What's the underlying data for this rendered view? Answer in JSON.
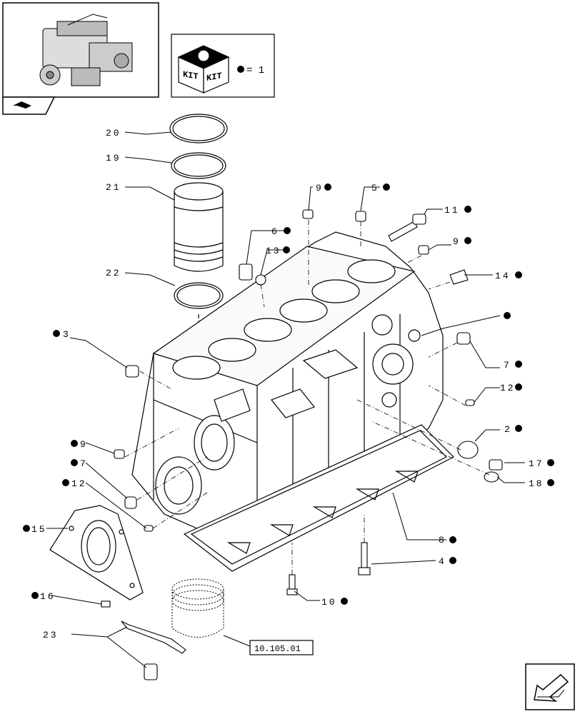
{
  "kit_box": {
    "kit_label_a": "KIT",
    "kit_label_b": "KIT",
    "legend": "= 1"
  },
  "parts": {
    "p20": "20",
    "p19": "19",
    "p21": "21",
    "p22": "22",
    "p3": "3",
    "p9a": "9",
    "p5": "5",
    "p11": "11",
    "p6": "6",
    "p13": "13",
    "p9b": "9",
    "p14": "14",
    "p7a": "7",
    "p12a": "12",
    "p2": "2",
    "p17": "17",
    "p18": "18",
    "p8": "8",
    "p4": "4",
    "p10": "10",
    "p9c": "9",
    "p7b": "7",
    "p12b": "12",
    "p15": "15",
    "p16": "16",
    "p23": "23"
  },
  "reference_box": "10.105.01",
  "colors": {
    "ink": "#000000",
    "paper": "#ffffff",
    "marker": "#000000"
  },
  "icons": {
    "thumbnail": "engine-thumbnail",
    "nav_back": "arrow-back-icon",
    "nav_next": "arrow-next-icon",
    "kit": "kit-box-icon"
  }
}
